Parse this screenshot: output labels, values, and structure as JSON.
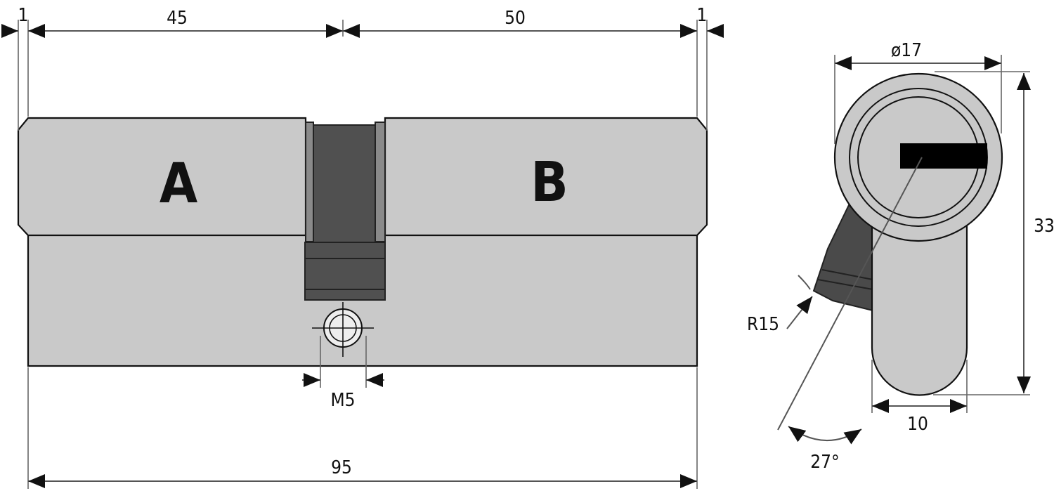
{
  "cylinder": {
    "side_a_label": "A",
    "side_b_label": "B"
  },
  "dimensions": {
    "left_cap": "1",
    "side_a": "45",
    "side_b": "50",
    "right_cap": "1",
    "total_length": "95",
    "screw_thread": "M5",
    "diameter": "ø17",
    "height": "33",
    "cam_width": "10",
    "cam_radius": "R15",
    "rotation_angle": "27°"
  },
  "colors": {
    "body": "#c9c9c9",
    "cam": "#505050",
    "outline": "#111111",
    "dimension_lines": "#555555"
  }
}
